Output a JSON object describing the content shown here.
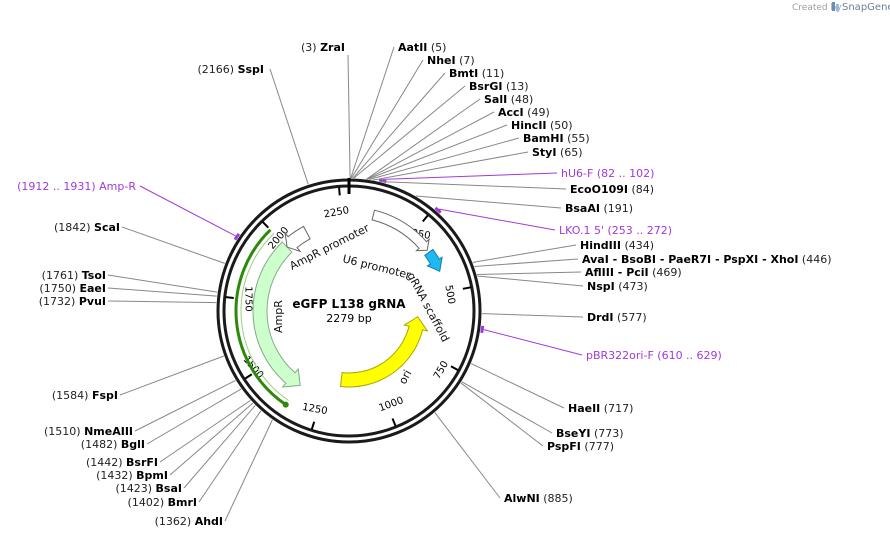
{
  "brand": {
    "created_by": "Created by",
    "name": "SnapGene"
  },
  "plasmid": {
    "name": "eGFP L138 gRNA",
    "length_label": "2279 bp",
    "length": 2279
  },
  "ticks": [
    {
      "pos": 250,
      "label": "250"
    },
    {
      "pos": 500,
      "label": "500"
    },
    {
      "pos": 750,
      "label": "750"
    },
    {
      "pos": 1000,
      "label": "1000"
    },
    {
      "pos": 1250,
      "label": "1250"
    },
    {
      "pos": 1500,
      "label": "1500"
    },
    {
      "pos": 1750,
      "label": "1750"
    },
    {
      "pos": 2000,
      "label": "2000"
    },
    {
      "pos": 2250,
      "label": "2250"
    }
  ],
  "sites_right": [
    {
      "pos_label": "(5)",
      "names": [
        "AatII"
      ],
      "pos": 5
    },
    {
      "pos_label": "(7)",
      "names": [
        "NheI"
      ],
      "pos": 7
    },
    {
      "pos_label": "(11)",
      "names": [
        "BmtI"
      ],
      "pos": 11
    },
    {
      "pos_label": "(13)",
      "names": [
        "BsrGI"
      ],
      "pos": 13
    },
    {
      "pos_label": "(48)",
      "names": [
        "SalI"
      ],
      "pos": 48
    },
    {
      "pos_label": "(49)",
      "names": [
        "AccI"
      ],
      "pos": 49
    },
    {
      "pos_label": "(50)",
      "names": [
        "HincII"
      ],
      "pos": 50
    },
    {
      "pos_label": "(55)",
      "names": [
        "BamHI"
      ],
      "pos": 55
    },
    {
      "pos_label": "(65)",
      "names": [
        "StyI"
      ],
      "pos": 65
    },
    {
      "pos_label": "(84)",
      "names": [
        "EcoO109I"
      ],
      "pos": 84
    },
    {
      "pos_label": "(191)",
      "names": [
        "BsaAI"
      ],
      "pos": 191
    },
    {
      "pos_label": "(434)",
      "names": [
        "HindIII"
      ],
      "pos": 434
    },
    {
      "pos_label": "(446)",
      "names": [
        "AvaI",
        "BsoBI",
        "PaeR7I",
        "PspXI",
        "XhoI"
      ],
      "pos": 446
    },
    {
      "pos_label": "(469)",
      "names": [
        "AflIII",
        "PciI"
      ],
      "pos": 469
    },
    {
      "pos_label": "(473)",
      "names": [
        "NspI"
      ],
      "pos": 473
    },
    {
      "pos_label": "(577)",
      "names": [
        "DrdI"
      ],
      "pos": 577
    },
    {
      "pos_label": "(717)",
      "names": [
        "HaeII"
      ],
      "pos": 717
    },
    {
      "pos_label": "(773)",
      "names": [
        "BseYI"
      ],
      "pos": 773
    },
    {
      "pos_label": "(777)",
      "names": [
        "PspFI"
      ],
      "pos": 777
    },
    {
      "pos_label": "(885)",
      "names": [
        "AlwNI"
      ],
      "pos": 885
    }
  ],
  "sites_left": [
    {
      "pos_label": "(3)",
      "names": [
        "ZraI"
      ],
      "pos": 3
    },
    {
      "pos_label": "(2166)",
      "names": [
        "SspI"
      ],
      "pos": 2166
    },
    {
      "pos_label": "(1842)",
      "names": [
        "ScaI"
      ],
      "pos": 1842
    },
    {
      "pos_label": "(1761)",
      "names": [
        "TsoI"
      ],
      "pos": 1761
    },
    {
      "pos_label": "(1750)",
      "names": [
        "EaeI"
      ],
      "pos": 1750
    },
    {
      "pos_label": "(1732)",
      "names": [
        "PvuI"
      ],
      "pos": 1732
    },
    {
      "pos_label": "(1584)",
      "names": [
        "FspI"
      ],
      "pos": 1584
    },
    {
      "pos_label": "(1510)",
      "names": [
        "NmeAIII"
      ],
      "pos": 1510
    },
    {
      "pos_label": "(1482)",
      "names": [
        "BglI"
      ],
      "pos": 1482
    },
    {
      "pos_label": "(1442)",
      "names": [
        "BsrFI"
      ],
      "pos": 1442
    },
    {
      "pos_label": "(1432)",
      "names": [
        "BpmI"
      ],
      "pos": 1432
    },
    {
      "pos_label": "(1423)",
      "names": [
        "BsaI"
      ],
      "pos": 1423
    },
    {
      "pos_label": "(1402)",
      "names": [
        "BmrI"
      ],
      "pos": 1402
    },
    {
      "pos_label": "(1362)",
      "names": [
        "AhdI"
      ],
      "pos": 1362
    }
  ],
  "primers": [
    {
      "name": "hU6-F",
      "range": "(82 .. 102)",
      "start": 82,
      "end": 102
    },
    {
      "name": "LKO.1 5'",
      "range": "(253 .. 272)",
      "start": 253,
      "end": 272
    },
    {
      "name": "pBR322ori-F",
      "range": "(610 .. 629)",
      "start": 610,
      "end": 629
    },
    {
      "name": "Amp-R",
      "range": "(1912 .. 1931)",
      "start": 1912,
      "end": 1931
    }
  ],
  "features": [
    {
      "name": "U6 promoter",
      "start": 90,
      "end": 330,
      "color": "#ffffff"
    },
    {
      "name": "gRNA scaffold",
      "start": 340,
      "end": 420,
      "color": "#20b8f0"
    },
    {
      "name": "ori",
      "start": 600,
      "end": 1180,
      "color": "#ffff00"
    },
    {
      "name": "AmpR",
      "start": 1350,
      "end": 2000,
      "color": "#ccffcc"
    },
    {
      "name": "AmpR promoter",
      "start": 2000,
      "end": 2100,
      "color": "#ffffff"
    }
  ],
  "colors": {
    "primer": "#a23ad6",
    "ampr_arc": "#2c8a0a",
    "backbone": "#1a1a1a"
  }
}
